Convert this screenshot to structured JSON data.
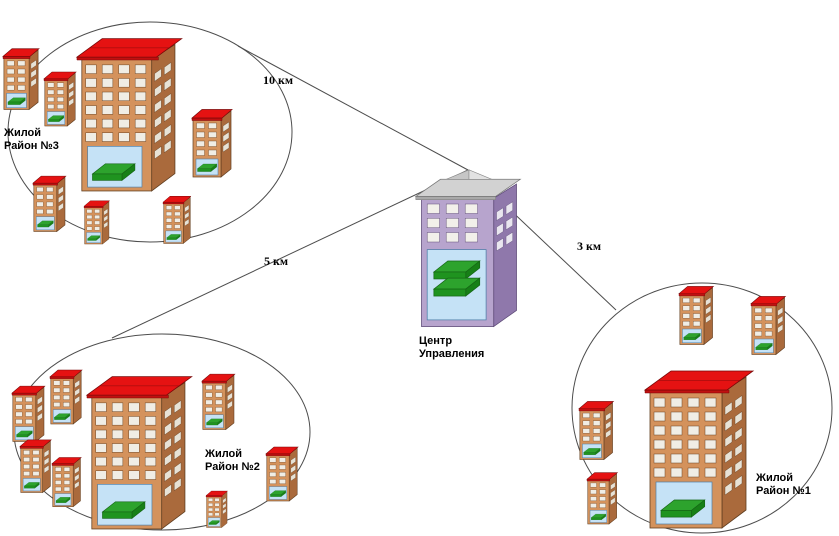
{
  "diagram": {
    "type": "network-topology",
    "control_center": {
      "label_line1": "Центр",
      "label_line2": "Управления"
    },
    "links": [
      {
        "to": "district-3",
        "distance_label": "10 км"
      },
      {
        "to": "district-2",
        "distance_label": "5 км"
      },
      {
        "to": "district-1",
        "distance_label": "3 км"
      }
    ],
    "districts": [
      {
        "name_line1": "Жилой",
        "name_line2": "Район №3"
      },
      {
        "name_line1": "Жилой",
        "name_line2": "Район №2"
      },
      {
        "name_line1": "Жилой",
        "name_line2": "Район №1"
      }
    ],
    "colors": {
      "building_front": "#d4925c",
      "building_side": "#aa6a3c",
      "roof_red": "#e51212",
      "roof_red_edge": "#c01010",
      "window": "#f0ede5",
      "equipment_box_blue": "#c5e2f6",
      "equipment_green_top": "#2da32d",
      "equipment_green_front": "#1f931f",
      "center_front": "#b7a4cd",
      "center_side": "#8f78ab",
      "center_roof_gray": "#d2d2d2",
      "line_color": "#4d4d4d",
      "background": "#ffffff"
    }
  }
}
